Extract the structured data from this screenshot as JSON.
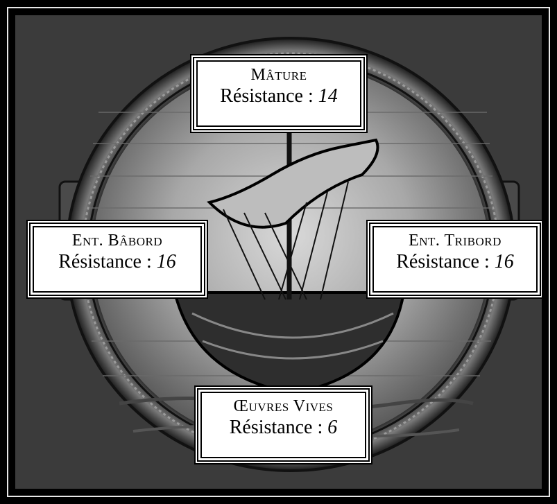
{
  "diagram": {
    "labels": [
      {
        "id": "mature",
        "title": "Mâture",
        "resistance_label": "Résistance : ",
        "value": "14"
      },
      {
        "id": "babord",
        "title": "Ent. Bâbord",
        "resistance_label": "Résistance : ",
        "value": "16"
      },
      {
        "id": "tribord",
        "title": "Ent. Tribord",
        "resistance_label": "Résistance : ",
        "value": "16"
      },
      {
        "id": "oeuvres",
        "title": "Œuvres Vives",
        "resistance_label": "Résistance : ",
        "value": "6"
      }
    ]
  },
  "colors": {
    "background": "#3b3b3b",
    "frame": "#000000",
    "box": "#ffffff"
  }
}
